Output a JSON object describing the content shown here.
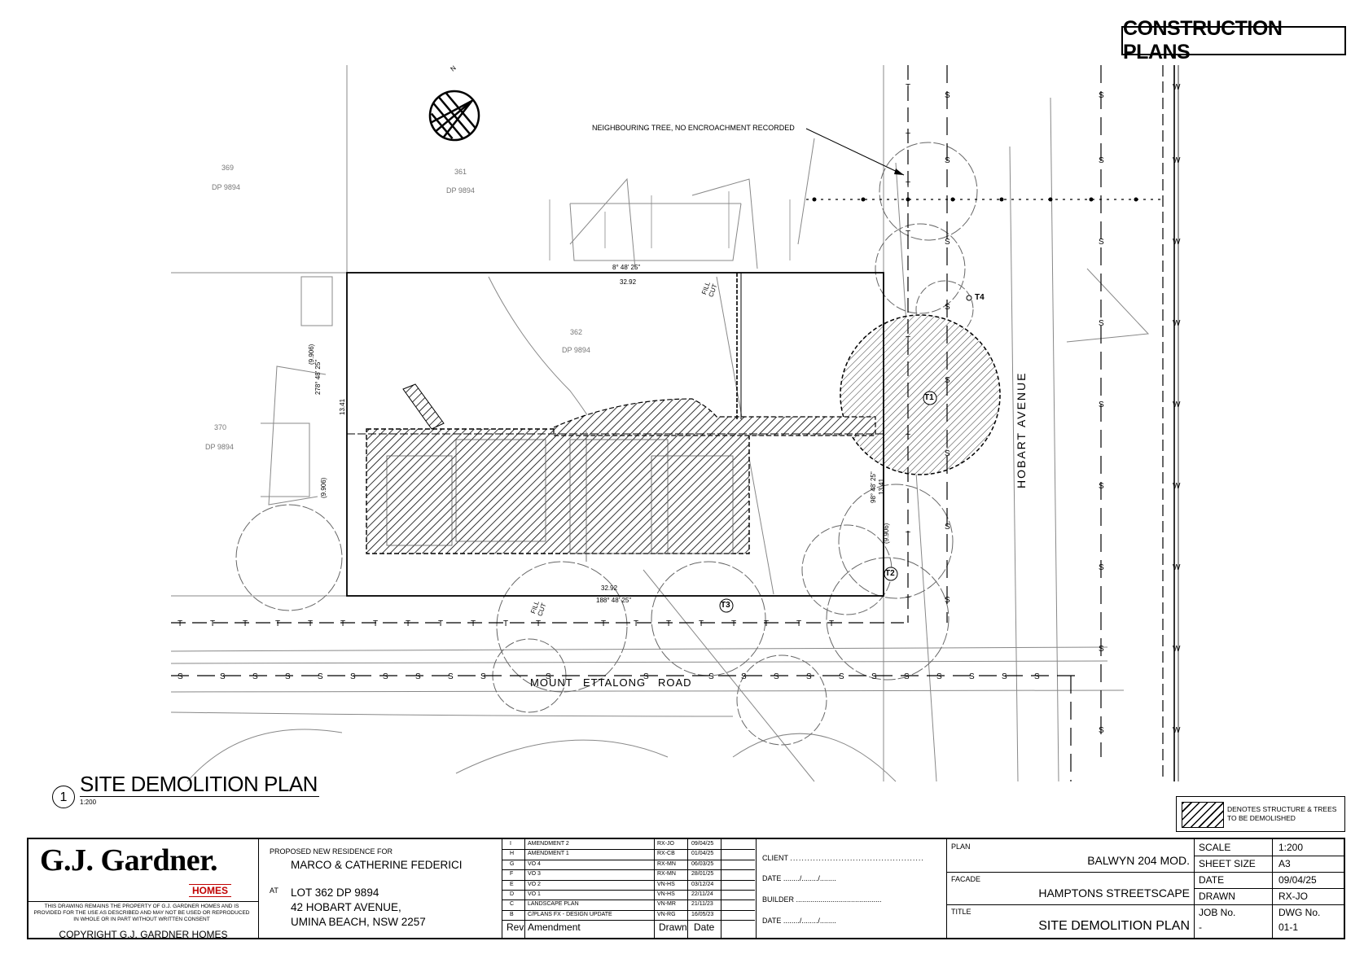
{
  "sheet_label": "CONSTRUCTION PLANS",
  "plan": {
    "number": "1",
    "title": "SITE DEMOLITION PLAN",
    "scale": "1:200",
    "streets": {
      "hobart": "HOBART AVENUE",
      "mount": "MOUNT",
      "ettalong": "ETTALONG",
      "road": "ROAD"
    },
    "lots": [
      {
        "lot": "369",
        "dp": "DP 9894"
      },
      {
        "lot": "361",
        "dp": "DP 9894"
      },
      {
        "lot": "362",
        "dp": "DP 9894"
      },
      {
        "lot": "370",
        "dp": "DP 9894"
      }
    ],
    "trees": [
      "T1",
      "T2",
      "T3",
      "T4"
    ],
    "annotations": {
      "neighbouring_tree": "NEIGHBOURING TREE, NO ENCROACHMENT RECORDED",
      "fill_cut": "FILL CUT",
      "dim_top": "32.92",
      "dim_bottom": "32.92",
      "bearing_top": "8° 48' 25\"",
      "bearing_bottom": "188° 48' 25\"",
      "bearing_left": "278° 48' 25\"",
      "bearing_right": "98° 48' 25\"",
      "dim_left": "13.41",
      "dim_right": "13.41",
      "dim_left_paren": "(9.906)",
      "dim_right_paren": "(9.906)",
      "dim_left_paren2": "(9.906)"
    },
    "legend": "DENOTES STRUCTURE & TREES TO BE DEMOLISHED"
  },
  "title_block": {
    "company": "G.J. Gardner.",
    "homes": "HOMES",
    "disclaimer": "THIS DRAWING REMAINS THE PROPERTY OF G.J. GARDNER HOMES AND IS PROVIDED FOR THE USE AS DESCRIBED AND MAY NOT BE USED OR REPRODUCED IN WHOLE OR IN PART WITHOUT WRITTEN CONSENT",
    "copyright": "COPYRIGHT G.J. GARDNER HOMES",
    "proposed_label": "PROPOSED NEW RESIDENCE FOR",
    "client_name": "MARCO & CATHERINE FEDERICI",
    "at_label": "AT",
    "address_1": "LOT 362 DP 9894",
    "address_2": "42 HOBART AVENUE,",
    "address_3": "UMINA BEACH, NSW 2257",
    "revisions": [
      {
        "rev": "I",
        "amendment": "AMENDMENT 2",
        "drawn": "RX-JO",
        "date": "09/04/25"
      },
      {
        "rev": "H",
        "amendment": "AMENDMENT 1",
        "drawn": "RX-CB",
        "date": "01/04/25"
      },
      {
        "rev": "G",
        "amendment": "VO 4",
        "drawn": "RX-MN",
        "date": "06/03/25"
      },
      {
        "rev": "F",
        "amendment": "VO 3",
        "drawn": "RX-MN",
        "date": "28/01/25"
      },
      {
        "rev": "E",
        "amendment": "VO 2",
        "drawn": "VN-HS",
        "date": "03/12/24"
      },
      {
        "rev": "D",
        "amendment": "VO 1",
        "drawn": "VN-HS",
        "date": "22/11/24"
      },
      {
        "rev": "C",
        "amendment": "LANDSCAPE PLAN",
        "drawn": "VN-MR",
        "date": "21/11/23"
      },
      {
        "rev": "B",
        "amendment": "C/PLANS FX - DESIGN UPDATE",
        "drawn": "VN-RG",
        "date": "16/05/23"
      }
    ],
    "rev_headers": {
      "rev": "Rev",
      "amendment": "Amendment",
      "drawn": "Drawn",
      "date": "Date"
    },
    "client_label": "CLIENT",
    "date_label": "DATE",
    "builder_label": "BUILDER",
    "date2_label": "DATE",
    "plan_label": "PLAN",
    "plan_value": "BALWYN 204 MOD.",
    "facade_label": "FACADE",
    "facade_value": "HAMPTONS STREETSCAPE",
    "title_label": "TITLE",
    "title_value": "SITE DEMOLITION PLAN",
    "scale_label": "SCALE",
    "scale_value": "1:200",
    "sheet_size_label": "SHEET SIZE",
    "sheet_size_value": "A3",
    "date_k": "DATE",
    "date_v": "09/04/25",
    "drawn_k": "DRAWN",
    "drawn_v": "RX-JO",
    "job_k": "JOB No.",
    "job_v": "-",
    "dwg_k": "DWG No.",
    "dwg_v": "01-1"
  }
}
